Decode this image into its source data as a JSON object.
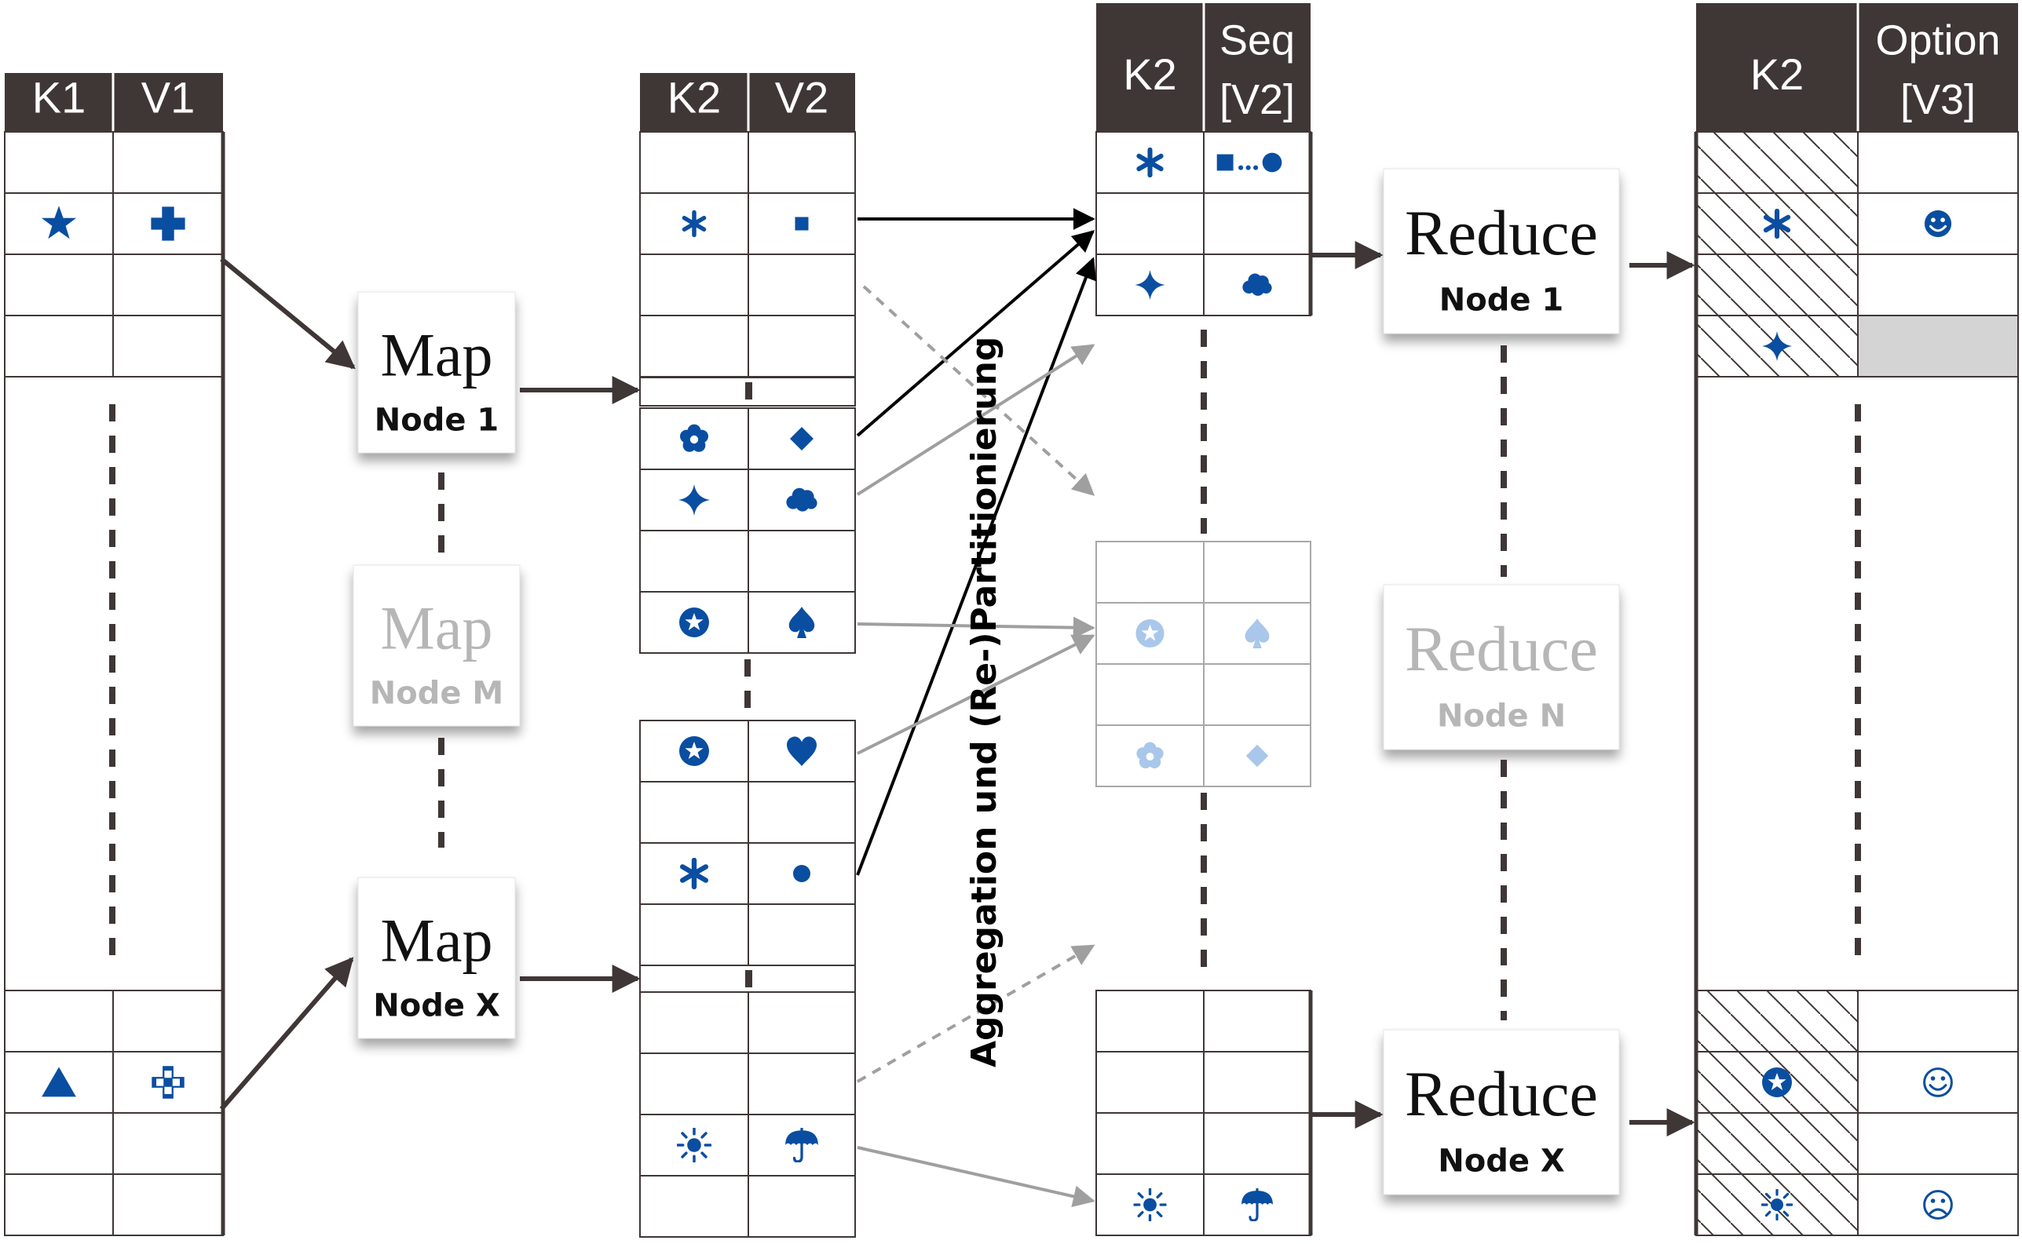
{
  "colors": {
    "header_bg": "#3f3736",
    "grid_line": "#3f3736",
    "symbol_blue": "#0a4ea1",
    "symbol_faded": "#a9c7ea",
    "faded_text": "#b6b6b6",
    "faded_grid": "#a8a8a8",
    "arrow_dark": "#3f3736",
    "arrow_black": "#000000",
    "arrow_gray": "#9f9f9f",
    "empty_cell": "#d4d4d4"
  },
  "input_table": {
    "headers": [
      "K1",
      "V1"
    ],
    "top_rows": [
      [
        "",
        ""
      ],
      [
        "star-icon",
        "plus-icon"
      ],
      [
        "",
        ""
      ],
      [
        "",
        ""
      ]
    ],
    "bottom_rows": [
      [
        "",
        ""
      ],
      [
        "triangle-icon",
        "clover-cross-icon"
      ],
      [
        "",
        ""
      ],
      [
        "",
        ""
      ]
    ]
  },
  "map_nodes": [
    {
      "title": "Map",
      "subtitle": "Node 1",
      "faded": false
    },
    {
      "title": "Map",
      "subtitle": "Node M",
      "faded": true
    },
    {
      "title": "Map",
      "subtitle": "Node X",
      "faded": false
    }
  ],
  "intermediate_table": {
    "headers": [
      "K2",
      "V2"
    ],
    "block1": [
      [
        "",
        ""
      ],
      [
        "asterisk-icon",
        "square-icon"
      ],
      [
        "",
        ""
      ],
      [
        "",
        ""
      ]
    ],
    "block2": [
      [
        "flower-icon",
        "diamond-icon"
      ],
      [
        "sparkle-icon",
        "cloud-icon"
      ],
      [
        "",
        ""
      ],
      [
        "circled-star-icon",
        "spade-icon"
      ]
    ],
    "block3": [
      [
        "circled-star-icon",
        "heart-icon"
      ],
      [
        "",
        ""
      ],
      [
        "asterisk-icon",
        "dot-icon"
      ],
      [
        "",
        ""
      ]
    ],
    "block4": [
      [
        "",
        ""
      ],
      [
        "",
        ""
      ],
      [
        "sun-icon",
        "umbrella-icon"
      ],
      [
        "",
        ""
      ]
    ]
  },
  "partition_label": "Aggregation und (Re-)Partitionierung",
  "grouped_table": {
    "headers": [
      "K2",
      "Seq [V2]"
    ],
    "top_rows": [
      [
        "asterisk-icon",
        "square-ellipsis-dot-icon"
      ],
      [
        "",
        ""
      ],
      [
        "sparkle-icon",
        "cloud-icon"
      ]
    ],
    "middle_rows": [
      [
        "",
        ""
      ],
      [
        "circled-star-icon",
        "spade-icon"
      ],
      [
        "",
        ""
      ],
      [
        "flower-icon",
        "diamond-icon"
      ]
    ],
    "bottom_rows": [
      [
        "",
        ""
      ],
      [
        "",
        ""
      ],
      [
        "",
        ""
      ],
      [
        "sun-icon",
        "umbrella-icon"
      ]
    ]
  },
  "reduce_nodes": [
    {
      "title": "Reduce",
      "subtitle": "Node 1",
      "faded": false
    },
    {
      "title": "Reduce",
      "subtitle": "Node N",
      "faded": true
    },
    {
      "title": "Reduce",
      "subtitle": "Node X",
      "faded": false
    }
  ],
  "output_table": {
    "headers": [
      "K2",
      "Option [V3]"
    ],
    "top_rows": [
      [
        "",
        ""
      ],
      [
        "asterisk-icon",
        "smile-icon"
      ],
      [
        "",
        ""
      ],
      [
        "sparkle-icon",
        "empty"
      ]
    ],
    "bottom_rows": [
      [
        "",
        ""
      ],
      [
        "circled-star-icon",
        "smile-icon"
      ],
      [
        "",
        ""
      ],
      [
        "sun-icon",
        "frown-icon"
      ]
    ]
  }
}
